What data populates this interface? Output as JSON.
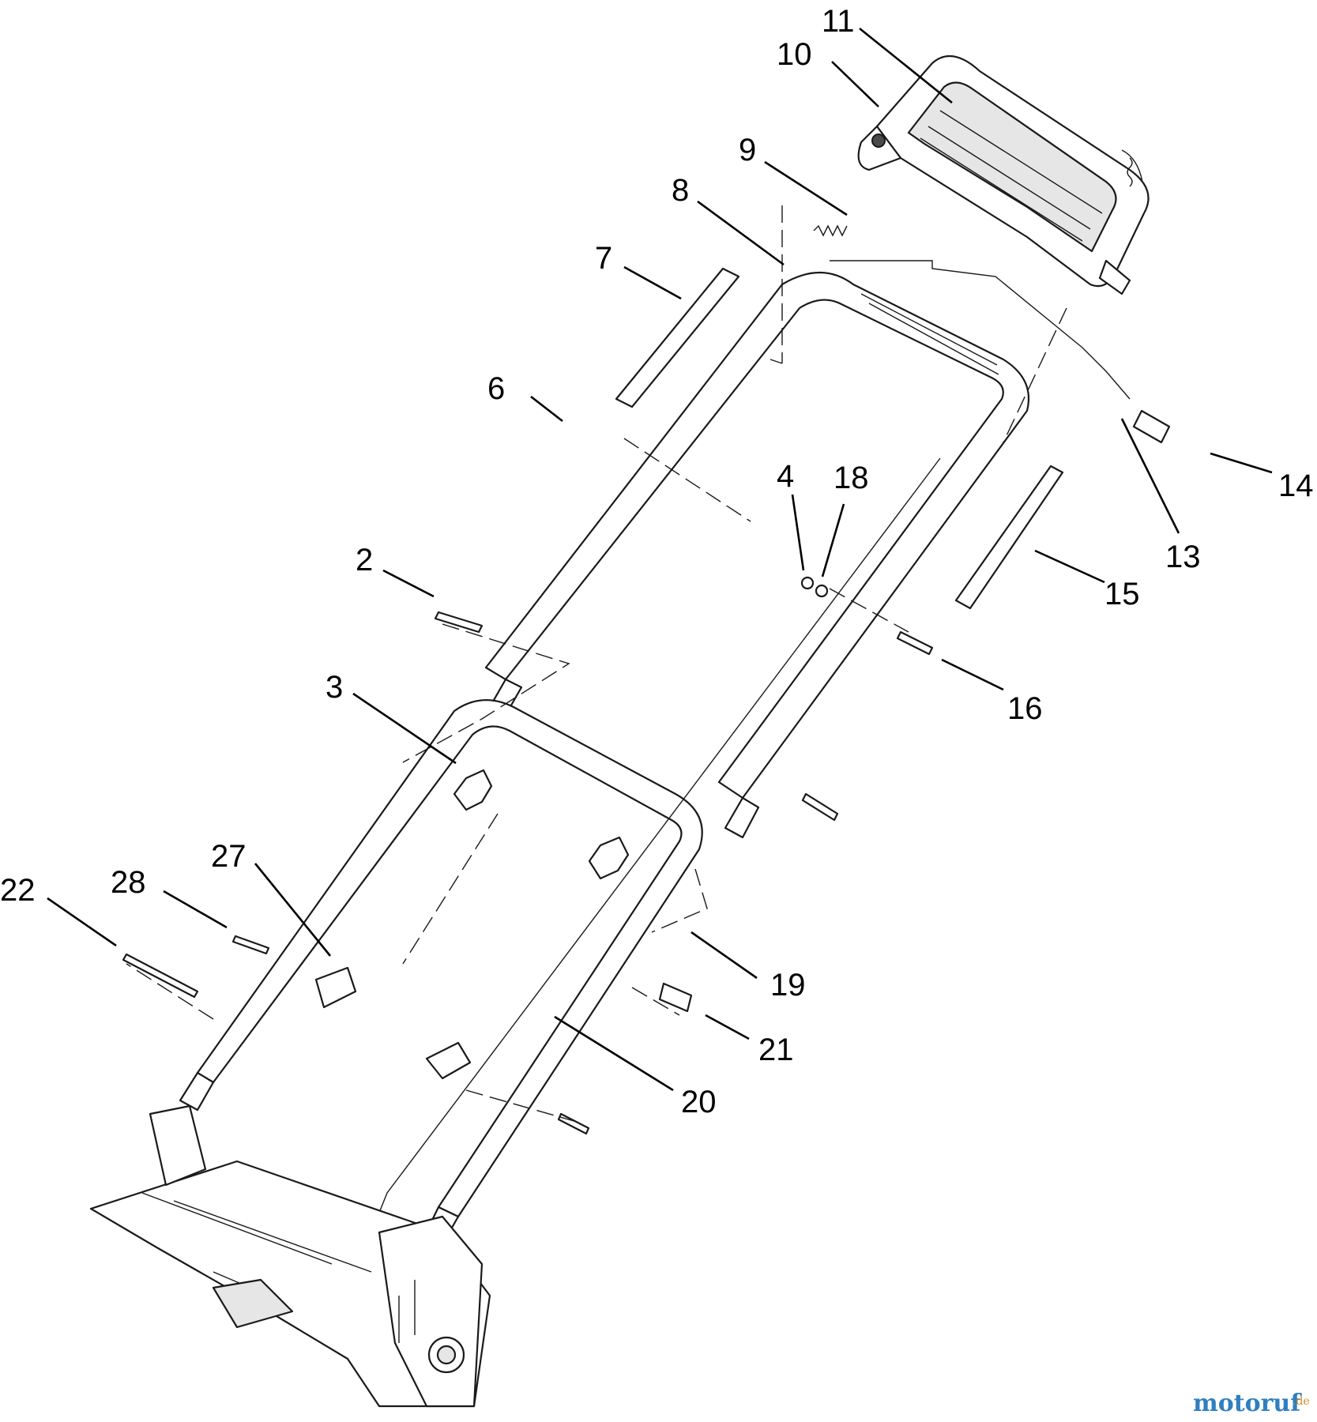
{
  "diagram": {
    "callouts": [
      {
        "id": "11",
        "label": "11"
      },
      {
        "id": "10",
        "label": "10"
      },
      {
        "id": "9",
        "label": "9"
      },
      {
        "id": "8",
        "label": "8"
      },
      {
        "id": "7",
        "label": "7"
      },
      {
        "id": "6",
        "label": "6"
      },
      {
        "id": "4",
        "label": "4"
      },
      {
        "id": "18",
        "label": "18"
      },
      {
        "id": "14",
        "label": "14"
      },
      {
        "id": "13",
        "label": "13"
      },
      {
        "id": "15",
        "label": "15"
      },
      {
        "id": "2",
        "label": "2"
      },
      {
        "id": "16",
        "label": "16"
      },
      {
        "id": "3",
        "label": "3"
      },
      {
        "id": "27",
        "label": "27"
      },
      {
        "id": "28",
        "label": "28"
      },
      {
        "id": "22",
        "label": "22"
      },
      {
        "id": "19",
        "label": "19"
      },
      {
        "id": "21",
        "label": "21"
      },
      {
        "id": "20",
        "label": "20"
      }
    ]
  },
  "watermark": {
    "brand": "motoruf",
    "suffix": ".de",
    "brand_color": "#2f7fc0",
    "suffix_color": "#d08a2a"
  }
}
